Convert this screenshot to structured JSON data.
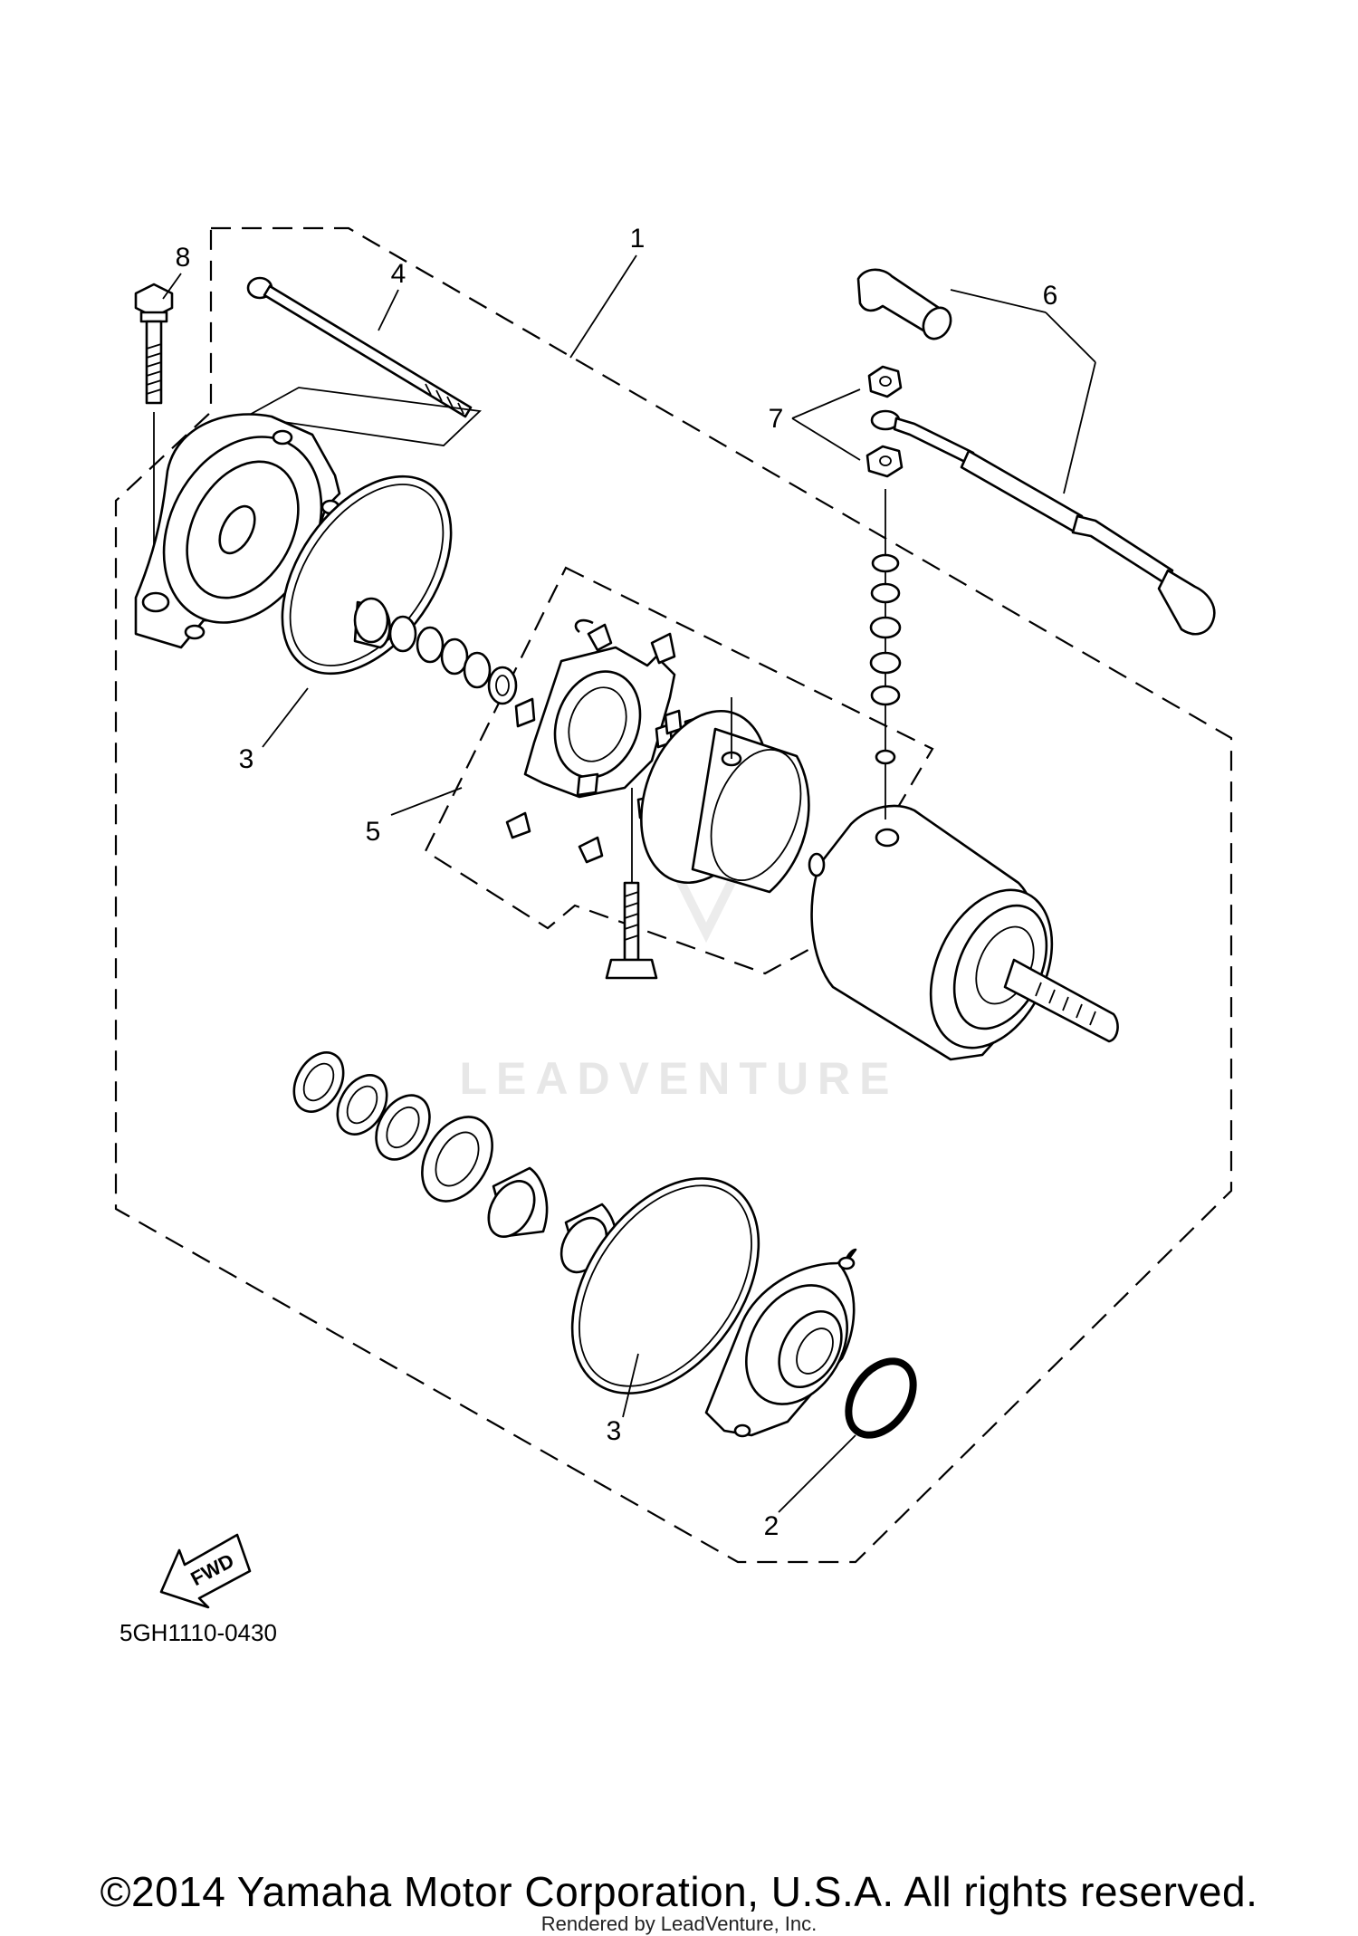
{
  "diagram": {
    "callouts": [
      {
        "number": "1",
        "part": "starting-motor-assembly"
      },
      {
        "number": "2",
        "part": "o-ring-small"
      },
      {
        "number": "3",
        "part": "o-ring-large"
      },
      {
        "number": "4",
        "part": "through-bolt"
      },
      {
        "number": "5",
        "part": "brush-set"
      },
      {
        "number": "6",
        "part": "starter-lead-wire"
      },
      {
        "number": "7",
        "part": "nut"
      },
      {
        "number": "8",
        "part": "bolt"
      }
    ],
    "fwd_label": "FWD",
    "reference_code": "5GH1110-0430",
    "watermark": "LEADVENTURE"
  },
  "footer": {
    "copyright": "©2014 Yamaha Motor Corporation, U.S.A. All rights reserved.",
    "rendered_by": "Rendered by LeadVenture, Inc."
  }
}
